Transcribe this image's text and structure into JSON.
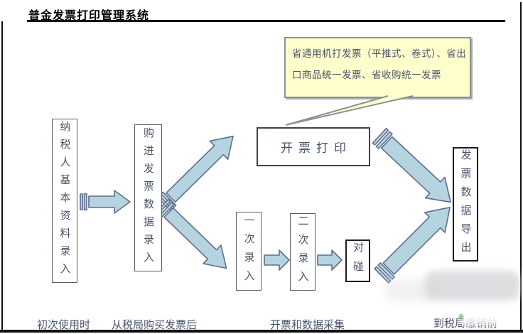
{
  "title": "普金发票打印管理系统",
  "callout": {
    "text": "省通用机打发票（平推式、卷式）、省出口商品统一发票、省收购统一发票"
  },
  "nodes": {
    "taxpayer": {
      "label": "纳税人基本资料录入"
    },
    "purchase": {
      "label": "购进发票数据录入"
    },
    "print": {
      "label": "开票打印"
    },
    "first": {
      "label": "一次录入"
    },
    "second": {
      "label": "二次录入"
    },
    "match": {
      "label": "对碰"
    },
    "export": {
      "label": "发票数据导出"
    }
  },
  "captions": {
    "first_use": "初次使用时",
    "after_buy": "从税局购买发票后",
    "invoice_collect": "开票和数据采集",
    "before_cancel": "到税局缴销前"
  },
  "colors": {
    "arrow_fill": "#b5d4df",
    "arrow_stroke": "#5f6e8e",
    "callout_bg": "#ffffcc",
    "callout_border": "#8f8f99",
    "ink": "#4a5468"
  }
}
